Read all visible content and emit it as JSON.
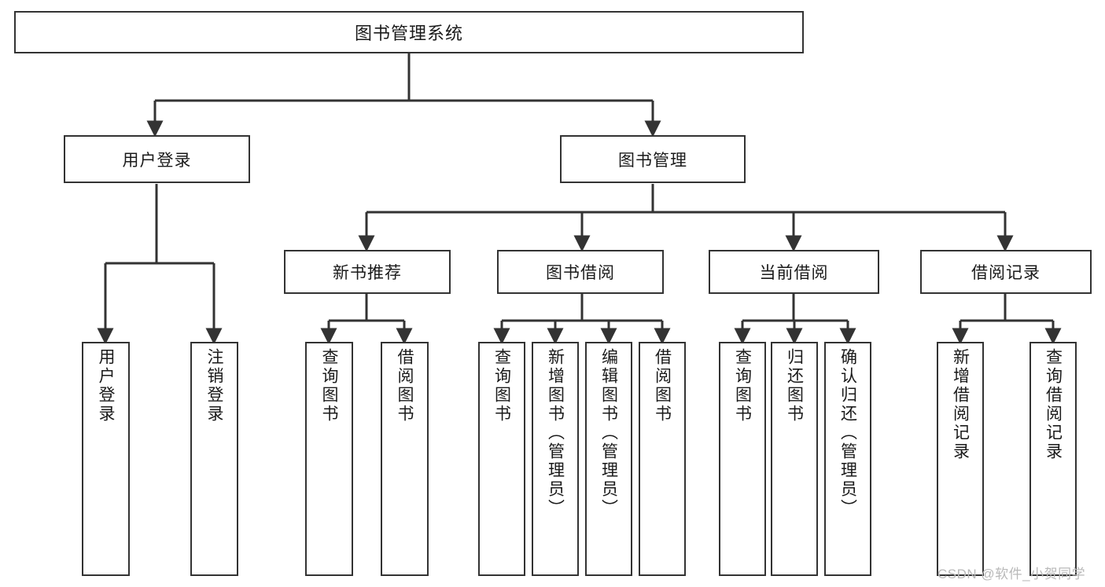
{
  "diagram": {
    "title": "图书管理系统",
    "type": "hierarchy-tree",
    "watermark": "CSDN @软件_小贺同学",
    "colors": {
      "background": "#ffffff",
      "box_border": "#333333",
      "box_fill": "#ffffff",
      "connector": "#333333",
      "text": "#1a1a1a",
      "watermark": "#b9b9b9"
    },
    "levels": {
      "root": {
        "label": "图书管理系统"
      },
      "level2": [
        {
          "id": "user-login",
          "label": "用户登录"
        },
        {
          "id": "book-management",
          "label": "图书管理"
        }
      ],
      "level3": [
        {
          "id": "new-book-recommend",
          "label": "新书推荐",
          "parent": "book-management"
        },
        {
          "id": "book-borrow",
          "label": "图书借阅",
          "parent": "book-management"
        },
        {
          "id": "current-borrow",
          "label": "当前借阅",
          "parent": "book-management"
        },
        {
          "id": "borrow-record",
          "label": "借阅记录",
          "parent": "book-management"
        }
      ],
      "leaves": [
        {
          "id": "leaf-user-login",
          "label": "用户登录",
          "parent": "user-login"
        },
        {
          "id": "leaf-logout-login",
          "label": "注销登录",
          "parent": "user-login"
        },
        {
          "id": "leaf-query-book-1",
          "label": "查询图书",
          "parent": "new-book-recommend"
        },
        {
          "id": "leaf-borrow-book-1",
          "label": "借阅图书",
          "parent": "new-book-recommend"
        },
        {
          "id": "leaf-query-book-2",
          "label": "查询图书",
          "parent": "book-borrow"
        },
        {
          "id": "leaf-add-book",
          "label": "新增图书（管理员）",
          "parent": "book-borrow"
        },
        {
          "id": "leaf-edit-book",
          "label": "编辑图书（管理员）",
          "parent": "book-borrow"
        },
        {
          "id": "leaf-borrow-book-2",
          "label": "借阅图书",
          "parent": "book-borrow"
        },
        {
          "id": "leaf-query-book-3",
          "label": "查询图书",
          "parent": "current-borrow"
        },
        {
          "id": "leaf-return-book",
          "label": "归还图书",
          "parent": "current-borrow"
        },
        {
          "id": "leaf-confirm-return",
          "label": "确认归还（管理员）",
          "parent": "current-borrow"
        },
        {
          "id": "leaf-add-record",
          "label": "新增借阅记录",
          "parent": "borrow-record"
        },
        {
          "id": "leaf-query-record",
          "label": "查询借阅记录",
          "parent": "borrow-record"
        }
      ]
    }
  }
}
